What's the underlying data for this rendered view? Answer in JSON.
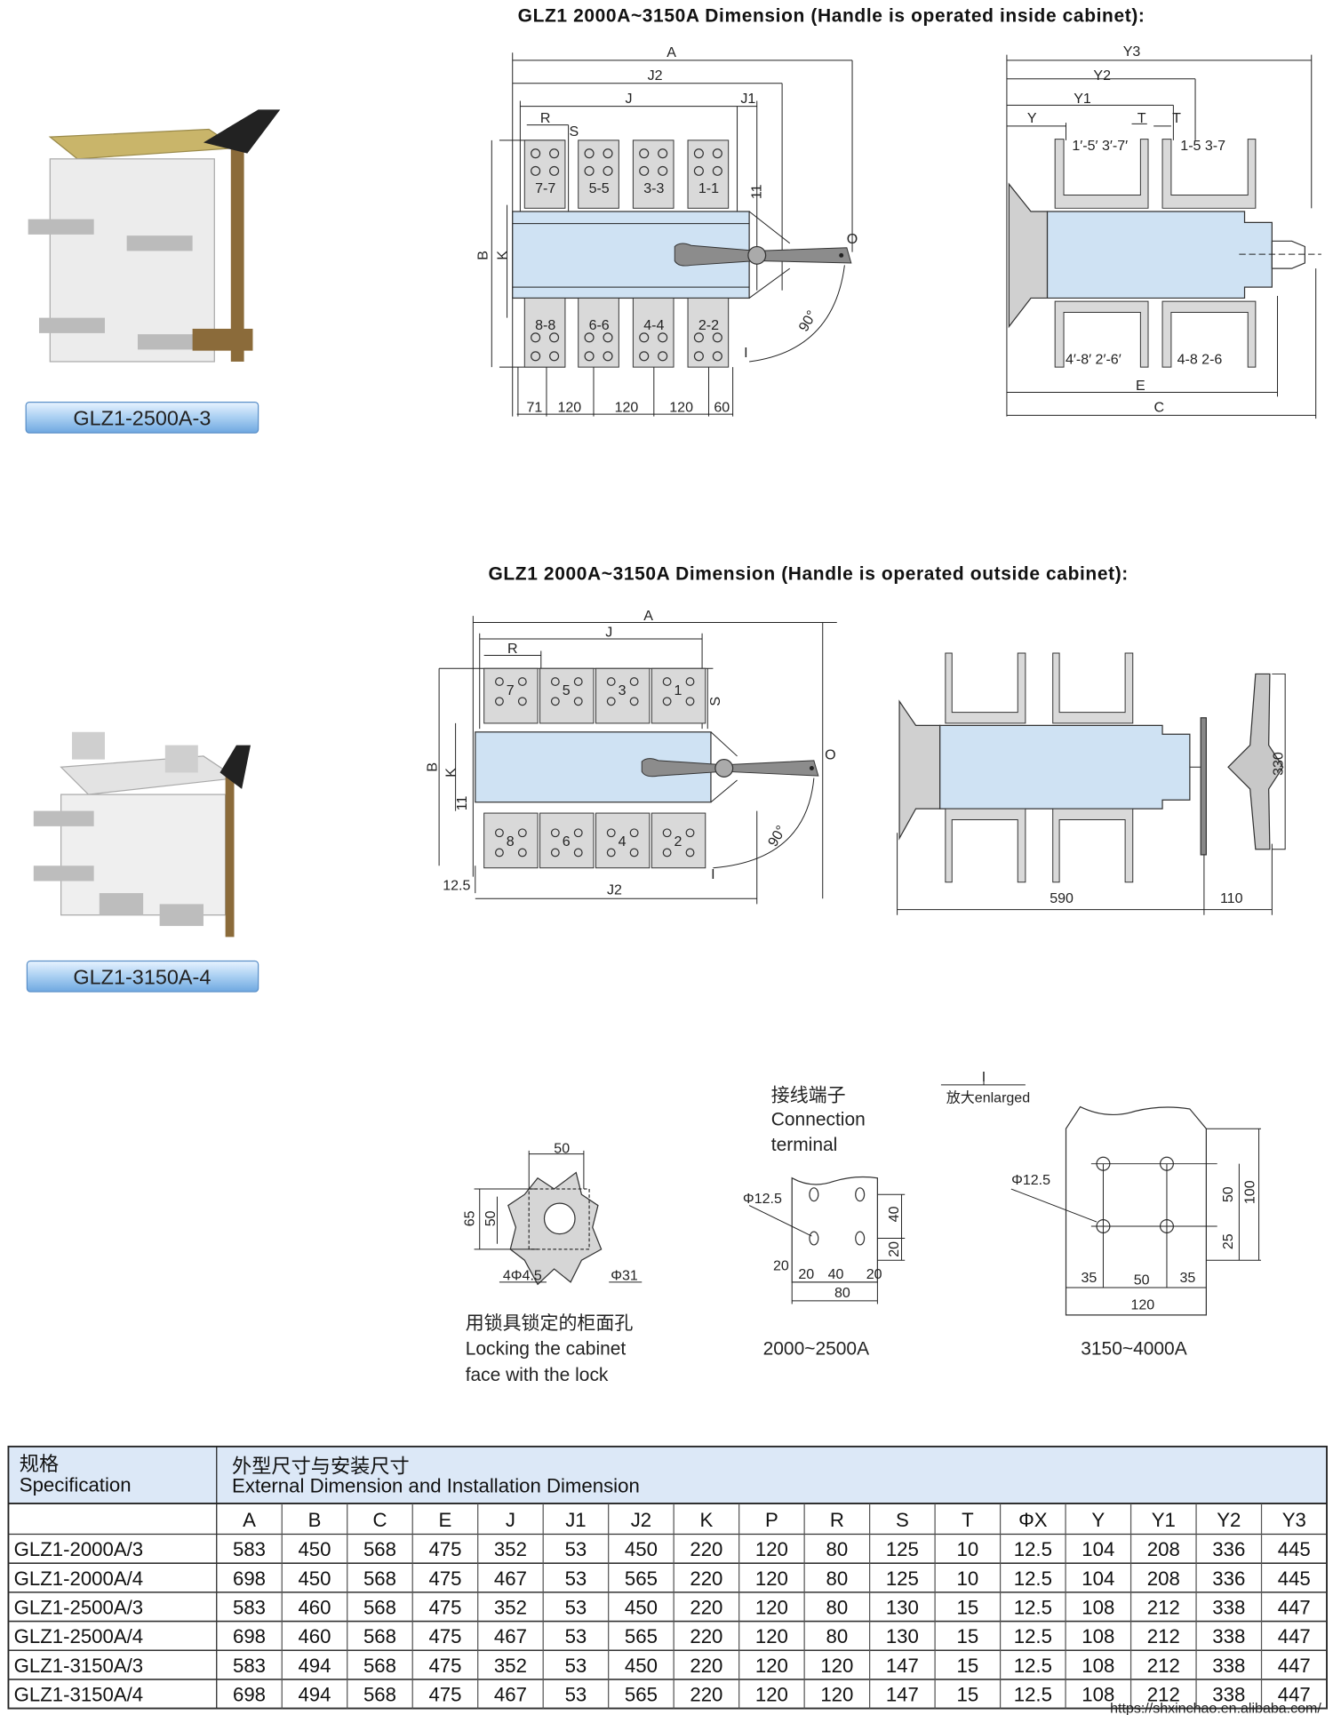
{
  "titles": {
    "inside": "GLZ1 2000A~3150A Dimension (Handle is operated inside cabinet):",
    "outside": "GLZ1 2000A~3150A Dimension (Handle is operated outside cabinet):"
  },
  "products": [
    {
      "label": "GLZ1-2500A-3"
    },
    {
      "label": "GLZ1-3150A-4"
    }
  ],
  "diagram_inside_front": {
    "dims": {
      "A": "A",
      "J2": "J2",
      "J": "J",
      "J1": "J1",
      "R": "R",
      "S": "S",
      "B": "B",
      "K": "K",
      "eleven": "11",
      "O": "O",
      "I": "I",
      "angle": "90°"
    },
    "terminals_top": [
      "7-7",
      "5-5",
      "3-3",
      "1-1"
    ],
    "terminals_bottom": [
      "8-8",
      "6-6",
      "4-4",
      "2-2"
    ],
    "bottom_dims": [
      "71",
      "120",
      "120",
      "120",
      "60"
    ]
  },
  "diagram_inside_side": {
    "dims": {
      "Y3": "Y3",
      "Y2": "Y2",
      "Y1": "Y1",
      "Y": "Y",
      "T1": "T",
      "T2": "T",
      "E": "E",
      "C": "C"
    },
    "labels": {
      "top_left": "1′-5′ 3′-7′",
      "top_right": "1-5  3-7",
      "bottom_left": "4′-8′ 2′-6′",
      "bottom_right": "4-8  2-6"
    }
  },
  "diagram_outside_front": {
    "dims": {
      "A": "A",
      "J": "J",
      "R": "R",
      "S": "S",
      "B": "B",
      "K": "K",
      "eleven": "11",
      "O": "O",
      "I": "I",
      "angle": "90°",
      "d125": "12.5",
      "J2": "J2"
    },
    "terminals_top": [
      "7",
      "5",
      "3",
      "1"
    ],
    "terminals_bottom": [
      "8",
      "6",
      "4",
      "2"
    ]
  },
  "diagram_outside_side": {
    "dims": {
      "d330": "330",
      "d590": "590",
      "d110": "110"
    }
  },
  "lock_detail": {
    "dims": {
      "w50": "50",
      "h65": "65",
      "h50": "50",
      "holes": "4Φ4.5",
      "center": "Φ31"
    },
    "caption_cn": "用锁具锁定的柜面孔",
    "caption_en1": "Locking the cabinet",
    "caption_en2": "face with the lock"
  },
  "terminal_detail": {
    "heading_cn": "接线端子",
    "heading_en1": "Connection",
    "heading_en2": "terminal",
    "dims": {
      "phi": "Φ12.5",
      "v40": "40",
      "v20": "20",
      "l20": "20",
      "b20a": "20",
      "b40": "40",
      "b20b": "20",
      "b80": "80"
    },
    "caption": "2000~2500A"
  },
  "enlarged_detail": {
    "mark": "I",
    "label": "放大enlarged",
    "dims": {
      "phi": "Φ12.5",
      "v50": "50",
      "v100": "100",
      "v25": "25",
      "b35a": "35",
      "b50": "50",
      "b35b": "35",
      "b120": "120"
    },
    "caption": "3150~4000A"
  },
  "table": {
    "spec_cn": "规格",
    "spec_en": "Specification",
    "group_cn": "外型尺寸与安装尺寸",
    "group_en": "External Dimension and Installation Dimension",
    "columns": [
      "A",
      "B",
      "C",
      "E",
      "J",
      "J1",
      "J2",
      "K",
      "P",
      "R",
      "S",
      "T",
      "ΦX",
      "Y",
      "Y1",
      "Y2",
      "Y3"
    ],
    "rows": [
      {
        "spec": "GLZ1-2000A/3",
        "values": [
          "583",
          "450",
          "568",
          "475",
          "352",
          "53",
          "450",
          "220",
          "120",
          "80",
          "125",
          "10",
          "12.5",
          "104",
          "208",
          "336",
          "445"
        ]
      },
      {
        "spec": "GLZ1-2000A/4",
        "values": [
          "698",
          "450",
          "568",
          "475",
          "467",
          "53",
          "565",
          "220",
          "120",
          "80",
          "125",
          "10",
          "12.5",
          "104",
          "208",
          "336",
          "445"
        ]
      },
      {
        "spec": "GLZ1-2500A/3",
        "values": [
          "583",
          "460",
          "568",
          "475",
          "352",
          "53",
          "450",
          "220",
          "120",
          "80",
          "130",
          "15",
          "12.5",
          "108",
          "212",
          "338",
          "447"
        ]
      },
      {
        "spec": "GLZ1-2500A/4",
        "values": [
          "698",
          "460",
          "568",
          "475",
          "467",
          "53",
          "565",
          "220",
          "120",
          "80",
          "130",
          "15",
          "12.5",
          "108",
          "212",
          "338",
          "447"
        ]
      },
      {
        "spec": "GLZ1-3150A/3",
        "values": [
          "583",
          "494",
          "568",
          "475",
          "352",
          "53",
          "450",
          "220",
          "120",
          "120",
          "147",
          "15",
          "12.5",
          "108",
          "212",
          "338",
          "447"
        ]
      },
      {
        "spec": "GLZ1-3150A/4",
        "values": [
          "698",
          "494",
          "568",
          "475",
          "467",
          "53",
          "565",
          "220",
          "120",
          "120",
          "147",
          "15",
          "12.5",
          "108",
          "212",
          "338",
          "447"
        ]
      }
    ]
  },
  "watermark": "https://shxinchao.en.alibaba.com/",
  "colors": {
    "body_blue": "#cfe2f3",
    "header_blue": "#dce8f7",
    "label_blue": "#7fb3e6"
  }
}
